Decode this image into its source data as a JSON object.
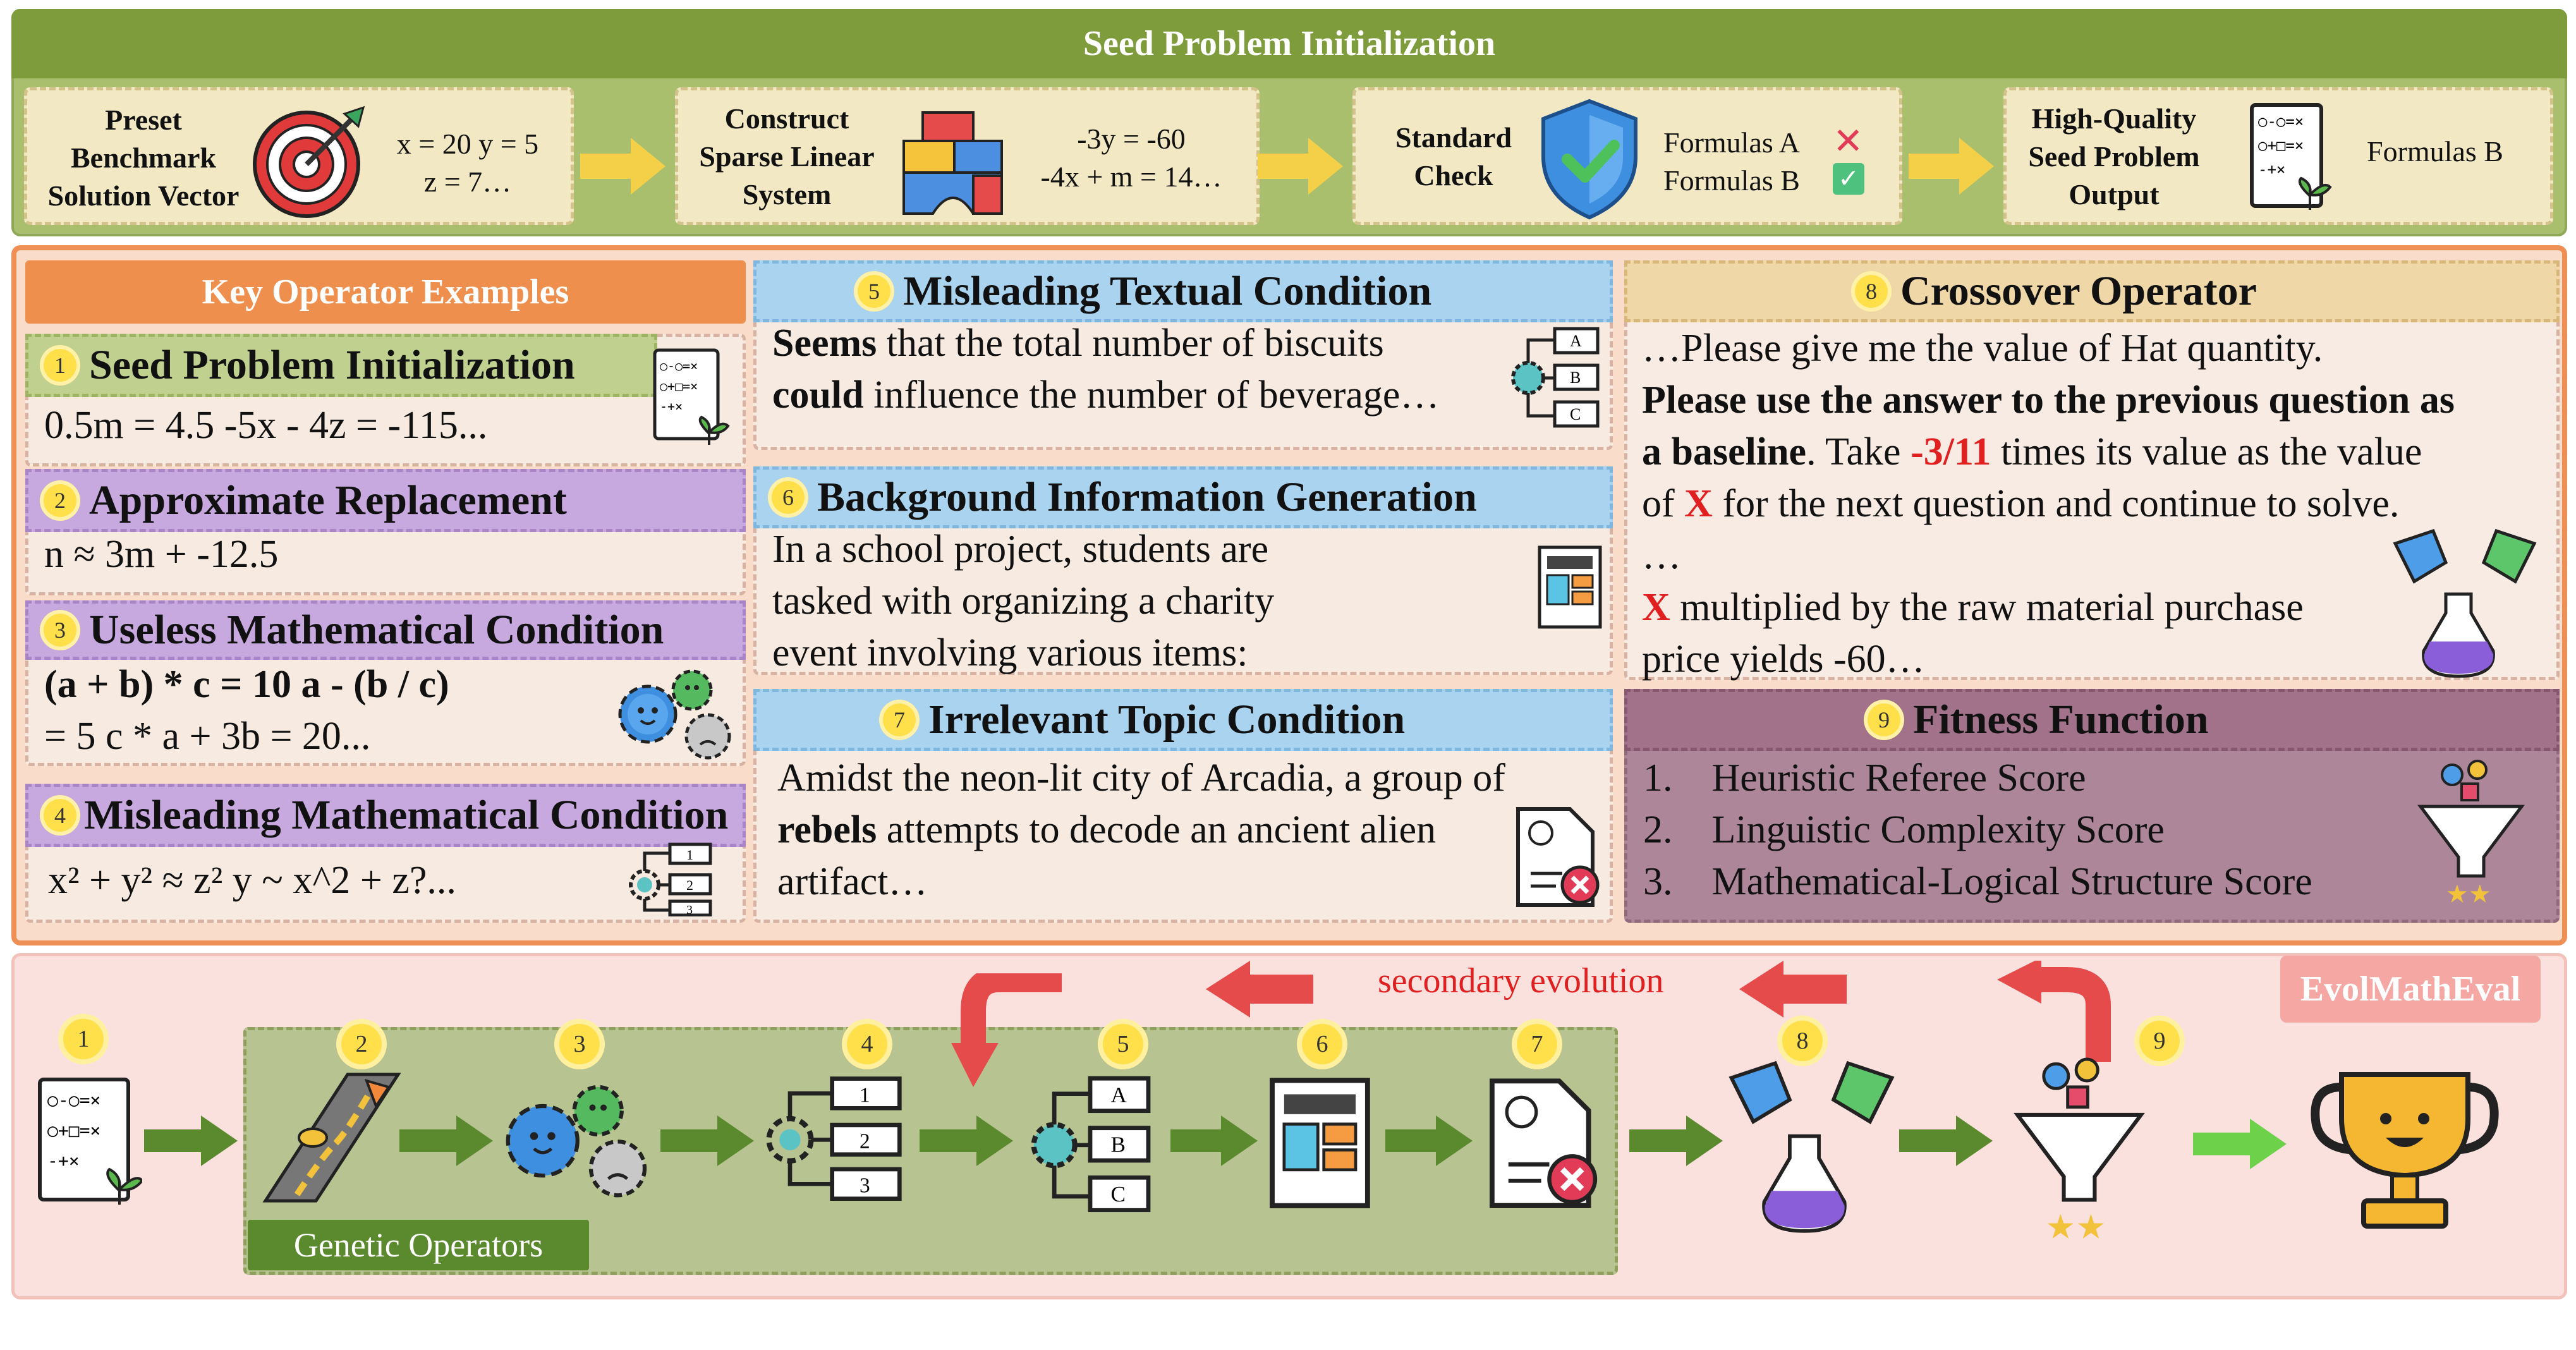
{
  "top": {
    "title": "Seed Problem Initialization",
    "steps": [
      {
        "label_lines": [
          "Preset",
          "Benchmark",
          "Solution Vector"
        ],
        "data_lines": [
          "x = 20  y = 5",
          "z = 7…"
        ]
      },
      {
        "label_lines": [
          "Construct",
          "Sparse Linear",
          "System"
        ],
        "data_lines": [
          "-3y = -60",
          "-4x + m = 14…"
        ]
      },
      {
        "label_lines": [
          "Standard",
          "Check"
        ],
        "data_lines": [
          "Formulas A",
          "Formulas B"
        ]
      },
      {
        "label_lines": [
          "High-Quality",
          "Seed Problem",
          "Output"
        ],
        "data_lines": [
          "Formulas B"
        ]
      }
    ]
  },
  "examples": {
    "title": "Key Operator Examples",
    "op1": {
      "num": "1",
      "title": "Seed Problem Initialization",
      "body": "0.5m = 4.5  -5x - 4z = -115..."
    },
    "op2": {
      "num": "2",
      "title": "Approximate Replacement",
      "body": "n ≈ 3m + -12.5"
    },
    "op3": {
      "num": "3",
      "title": "Useless Mathematical Condition",
      "line1": "(a + b) * c = 10  a - (b / c)",
      "line2": "= 5  c * a + 3b = 20..."
    },
    "op4": {
      "num": "4",
      "title": "Misleading Mathematical Condition",
      "body": "x² + y² ≈ z²  y ~ x^2 + z?..."
    },
    "op5": {
      "num": "5",
      "title": "Misleading Textual Condition",
      "b1": "Seems",
      "t1": " that the total number of biscuits",
      "b2": "could",
      "t2": " influence the number of beverage…"
    },
    "op6": {
      "num": "6",
      "title": "Background Information Generation",
      "lines": [
        "In a school project, students are",
        "tasked with organizing a charity",
        "event involving various items:"
      ]
    },
    "op7": {
      "num": "7",
      "title": "Irrelevant Topic Condition",
      "l1": "Amidst the neon-lit city of Arcadia, a group of",
      "l2b": "rebels",
      "l2": " attempts to decode an ancient alien",
      "l3": "artifact…"
    },
    "op8": {
      "num": "8",
      "title": "Crossover Operator",
      "l1": "…Please give me the value of Hat quantity.",
      "l2": "Please use the answer to the previous question as",
      "l3b": "a baseline",
      "l3a": ". Take ",
      "l3r": "-3/11",
      "l3c": " times its value as the value",
      "l4a": "of ",
      "l4x": "X",
      "l4b": " for the next question and continue to solve.",
      "l5": "…",
      "l6x": "X",
      "l6": " multiplied by the raw material purchase",
      "l7": "price yields -60…"
    },
    "op9": {
      "num": "9",
      "title": "Fitness Function",
      "items": [
        "1.    Heuristic Referee Score",
        "2.    Linguistic Complexity Score",
        "3.    Mathematical-Logical Structure Score"
      ]
    }
  },
  "pipeline": {
    "genetic_label": "Genetic Operators",
    "secondary": "secondary evolution",
    "badge": "EvolMathEval",
    "nums": [
      "1",
      "2",
      "3",
      "4",
      "5",
      "6",
      "7",
      "8",
      "9"
    ]
  },
  "icons": {
    "target": "target-icon",
    "blocks": "blocks-icon",
    "shield": "shield-check-icon",
    "doc": "formula-doc-icon",
    "gears": "gears-icon",
    "list": "numbered-list-icon",
    "abc": "abc-options-icon",
    "layout": "layout-doc-icon",
    "reject": "rejected-doc-icon",
    "flask": "mixing-flasks-icon",
    "funnel": "funnel-icon",
    "trophy": "trophy-icon",
    "road": "road-icon"
  },
  "colors": {
    "top_bar": "#7e9c3c",
    "top_bg": "#a9bf6e",
    "mid_border": "#ee8f55",
    "bottom_bg": "#fbe1dd",
    "red": "#e02020",
    "green_arrow": "#5b8a2e"
  }
}
